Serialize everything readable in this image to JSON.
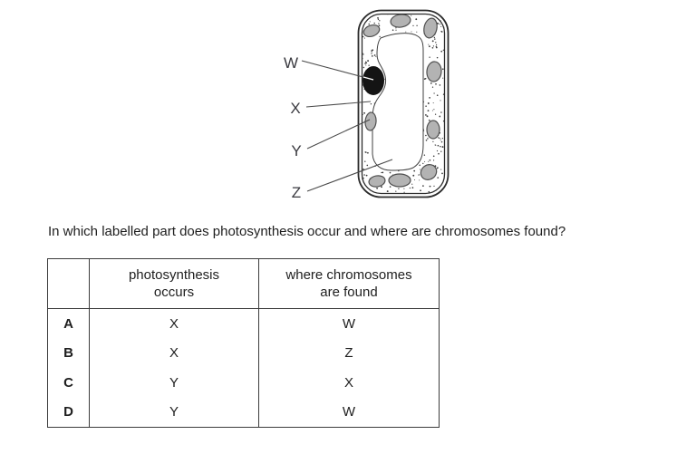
{
  "question": {
    "text": "In which labelled part does photosynthesis occur and where are chromosomes found?"
  },
  "diagram": {
    "labels": [
      {
        "text": "W"
      },
      {
        "text": "X"
      },
      {
        "text": "Y"
      },
      {
        "text": "Z"
      }
    ]
  },
  "table": {
    "headers": {
      "option": "",
      "photosynthesis": "photosynthesis\noccurs",
      "chromosomes": "where chromosomes\nare found"
    },
    "rows": [
      {
        "option": "A",
        "photosynthesis": "X",
        "chromosomes": "W"
      },
      {
        "option": "B",
        "photosynthesis": "X",
        "chromosomes": "Z"
      },
      {
        "option": "C",
        "photosynthesis": "Y",
        "chromosomes": "X"
      },
      {
        "option": "D",
        "photosynthesis": "Y",
        "chromosomes": "W"
      }
    ]
  },
  "colors": {
    "chloroplast_fill": "#b3b3b3",
    "chloroplast_stroke": "#4f4f4f",
    "nucleus_fill": "#141414",
    "leader_line": "#4a4a4a",
    "outline": "#2b2b2b",
    "text": "#1e1e1e",
    "table_border": "#3c3c3c"
  }
}
